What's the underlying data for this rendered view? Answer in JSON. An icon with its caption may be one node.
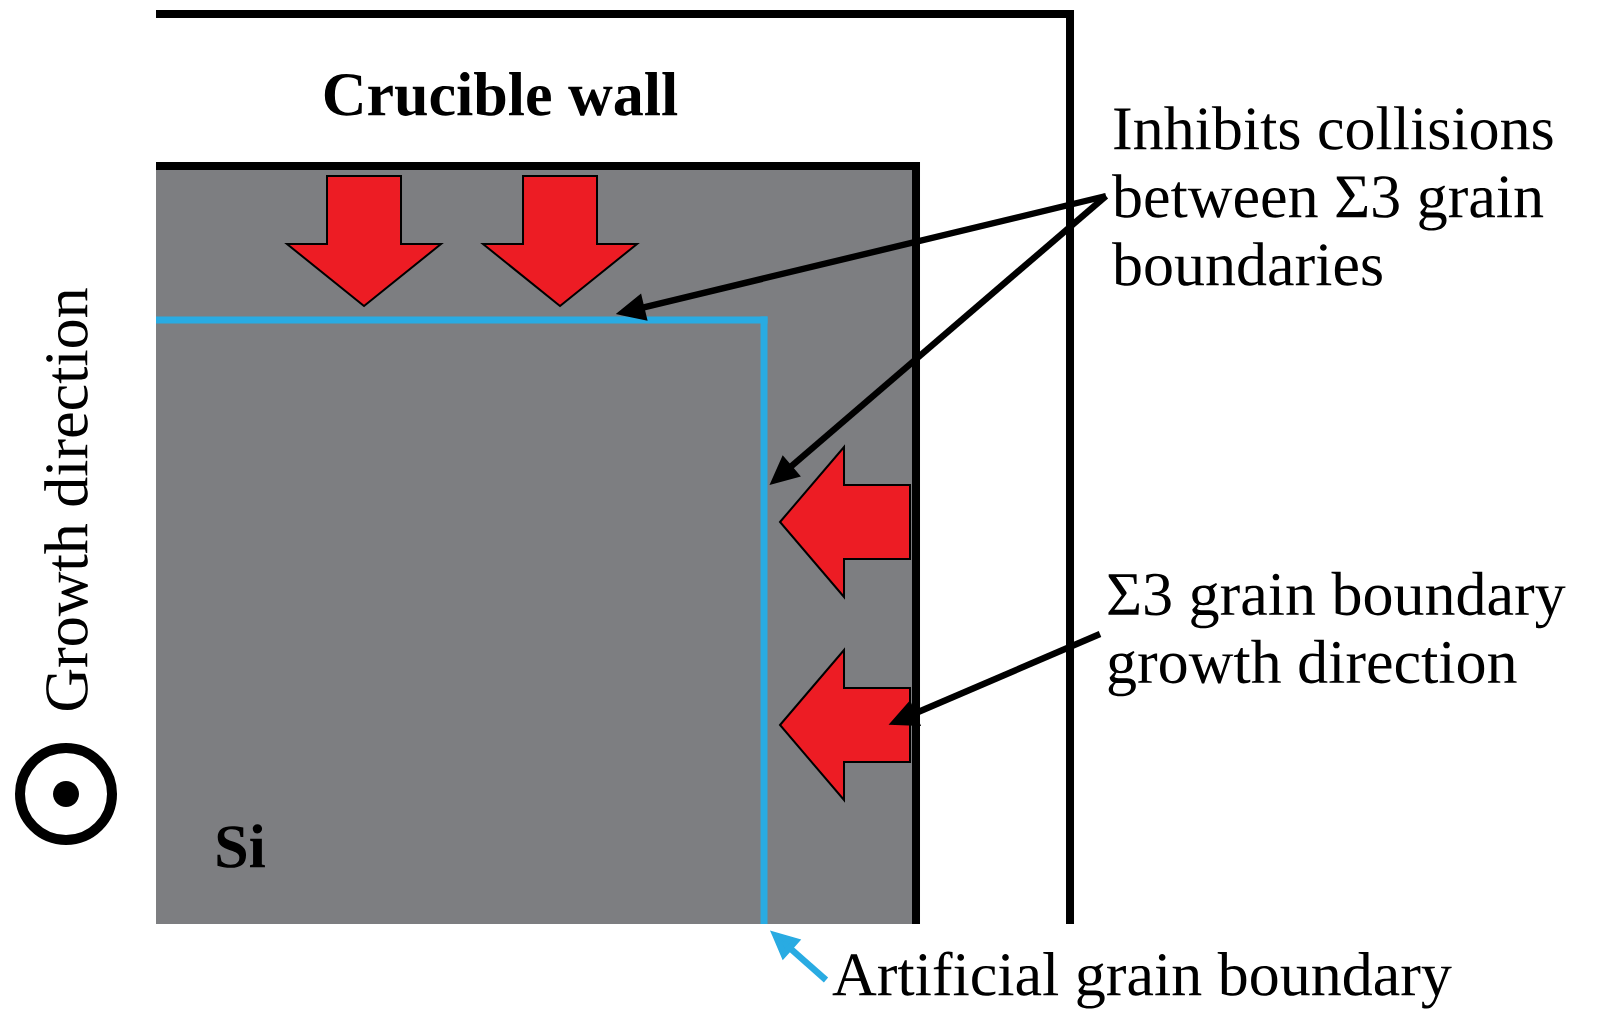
{
  "diagram": {
    "nodes": [
      {
        "text": [
          "Crucible wall"
        ]
      },
      {
        "text": [
          "Si"
        ],
        "in": 0
      },
      {
        "text": [],
        "shape": "line",
        "in": 1
      },
      {
        "text": [],
        "shape": "line",
        "in": 1
      },
      {
        "text": [
          "Inhibits collisions between Σ3 grain boundaries"
        ]
      },
      {
        "text": [
          "Σ3 grain boundary growth direction"
        ]
      },
      {
        "text": [
          "Artificial grain boundary"
        ]
      }
    ],
    "edges": [
      {
        "from": 4,
        "to": 2,
        "arrow": "to"
      },
      {
        "from": 4,
        "to": 3,
        "arrow": "to"
      },
      {
        "from": 5,
        "to": 1,
        "arrow": "to"
      },
      {
        "from": 6,
        "to": 3,
        "arrow": "to",
        "color": "#29abe2"
      }
    ],
    "labels": [
      "Growth direction"
    ]
  }
}
